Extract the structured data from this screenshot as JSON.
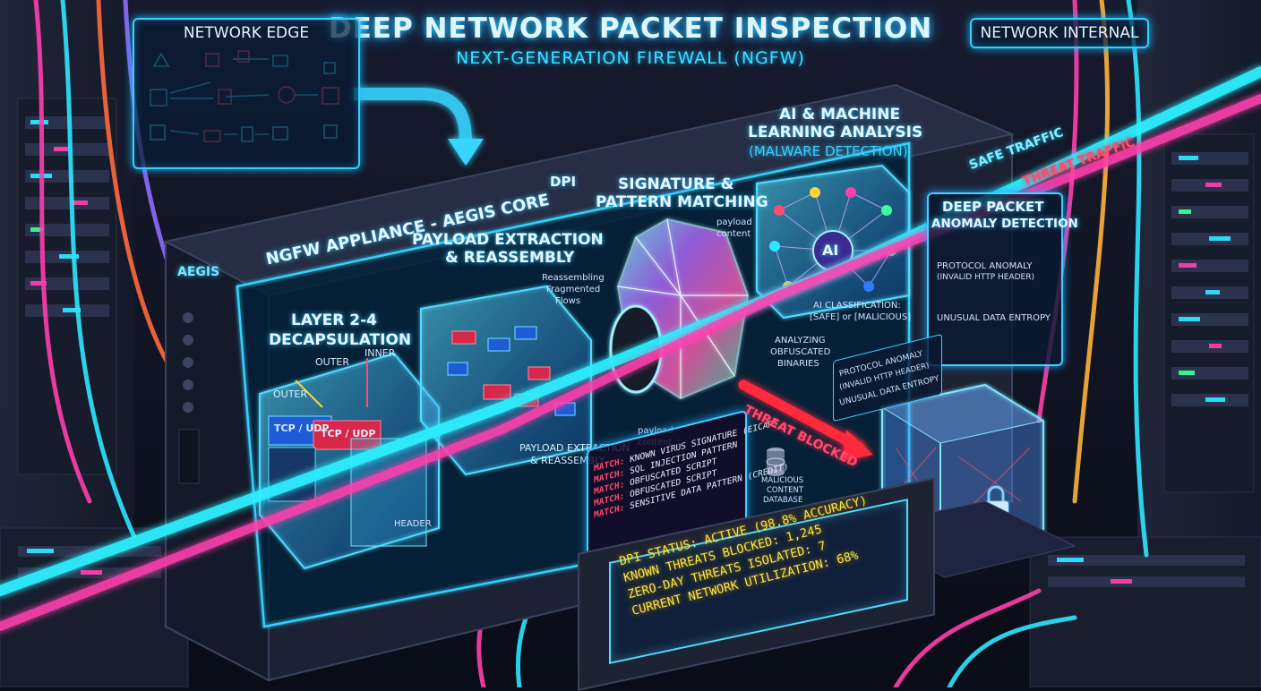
{
  "title": "DEEP NETWORK PACKET INSPECTION",
  "subtitle": "NEXT-GENERATION FIREWALL (NGFW)",
  "zones": {
    "edge": "NETWORK EDGE",
    "internal": "NETWORK INTERNAL"
  },
  "appliance": {
    "label": "NGFW APPLIANCE - AEGIS CORE",
    "brand": "AEGIS",
    "dpi_tag": "DPI"
  },
  "stages": {
    "decap": {
      "title_line1": "LAYER 2-4",
      "title_line2": "DECAPSULATION",
      "outer_top": "OUTER",
      "outer_left": "OUTER",
      "inner": "INNER",
      "tcp_udp_1": "TCP / UDP",
      "tcp_udp_2": "TCP / UDP",
      "header": "HEADER"
    },
    "payload": {
      "title_line1": "PAYLOAD EXTRACTION",
      "title_line2": "& REASSEMBLY",
      "callout_line1": "Reassembling",
      "callout_line2": "Fragmented",
      "callout_line3": "Flows",
      "footer_line1": "PAYLOAD EXTRACTION",
      "footer_line2": "& REASSEMBLY"
    },
    "signature": {
      "title_line1": "SIGNATURE &",
      "title_line2": "PATTERN MATCHING",
      "payload_top_1": "payload",
      "payload_top_2": "content",
      "payload_bottom_1": "payload",
      "payload_bottom_2": "content"
    },
    "ai": {
      "title_line1": "AI & MACHINE",
      "title_line2": "LEARNING ANALYSIS",
      "title_line3": "(MALWARE DETECTION)",
      "core": "AI",
      "classification_1": "AI CLASSIFICATION:",
      "classification_2": "[SAFE] or [MALICIOUS]",
      "analyzing_1": "ANALYZING",
      "analyzing_2": "OBFUSCATED",
      "analyzing_3": "BINARIES"
    },
    "anomaly": {
      "title_line1": "DEEP PACKET",
      "title_line2": "ANOMALY DETECTION",
      "item1_a": "PROTOCOL ANOMALY",
      "item1_b": "(INVALID HTTP HEADER)",
      "item2": "UNUSUAL DATA ENTROPY",
      "side1_a": "PROTOCOL ANOMALY",
      "side1_b": "(INVALID HTTP HEADER)",
      "side2": "UNUSUAL DATA ENTROPY"
    }
  },
  "matches": [
    {
      "tag": "MATCH:",
      "text": "KNOWN VIRUS SIGNATURE (EICAR)"
    },
    {
      "tag": "MATCH:",
      "text": "SQL INJECTION PATTERN"
    },
    {
      "tag": "MATCH:",
      "text": "OBFUSCATED SCRIPT"
    },
    {
      "tag": "MATCH:",
      "text": "OBFUSCATED SCRIPT"
    },
    {
      "tag": "MATCH:",
      "text": "SENSITIVE DATA PATTERN (CREDIT)"
    }
  ],
  "database": {
    "line1": "MALICIOUS",
    "line2": "CONTENT",
    "line3": "DATABASE"
  },
  "traffic": {
    "safe": "SAFE TRAFFIC",
    "threat": "THREAT TRAFFIC",
    "blocked": "THREAT BLOCKED"
  },
  "status": {
    "dpi_label": "DPI STATUS:",
    "dpi_value": "ACTIVE (98.8% ACCURACY)",
    "known_label": "KNOWN THREATS BLOCKED:",
    "known_value": "1,245",
    "zero_label": "ZERO-DAY THREATS ISOLATED:",
    "zero_value": "7",
    "util_label": "CURRENT NETWORK UTILIZATION:",
    "util_value": "68%"
  },
  "colors": {
    "safe": "#2ff0ff",
    "threat": "#ff3fae",
    "blocked": "#ff2a3a",
    "accent": "#35d0ff",
    "status_text": "#ffe54a"
  }
}
